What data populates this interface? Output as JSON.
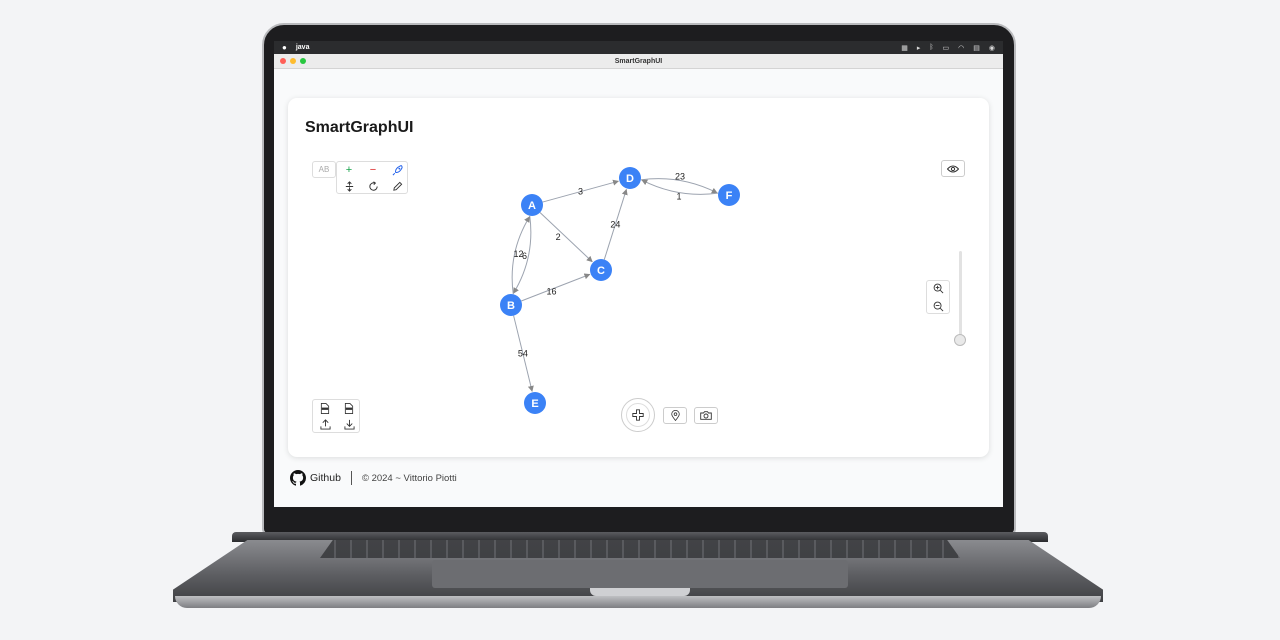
{
  "menubar": {
    "app_name": "java"
  },
  "window": {
    "title": "SmartGraphUI"
  },
  "app": {
    "title": "SmartGraphUI"
  },
  "toolbar": {
    "ab_label": "AB",
    "add_vertex_symbol": "+",
    "remove_vertex_symbol": "−",
    "icons": [
      "rocket-icon",
      "spread-icon",
      "refresh-icon",
      "pencil-icon"
    ]
  },
  "graph": {
    "nodes": [
      {
        "id": "A",
        "label": "A"
      },
      {
        "id": "B",
        "label": "B"
      },
      {
        "id": "C",
        "label": "C"
      },
      {
        "id": "D",
        "label": "D"
      },
      {
        "id": "E",
        "label": "E"
      },
      {
        "id": "F",
        "label": "F"
      }
    ],
    "edges": [
      {
        "from": "A",
        "to": "D",
        "label": "3"
      },
      {
        "from": "D",
        "to": "F",
        "label": "23"
      },
      {
        "from": "F",
        "to": "D",
        "label": "1"
      },
      {
        "from": "A",
        "to": "C",
        "label": "2"
      },
      {
        "from": "C",
        "to": "D",
        "label": "24"
      },
      {
        "from": "A",
        "to": "B",
        "label": "6"
      },
      {
        "from": "B",
        "to": "A",
        "label": "12"
      },
      {
        "from": "B",
        "to": "C",
        "label": "16"
      },
      {
        "from": "B",
        "to": "E",
        "label": "54"
      }
    ],
    "node_color": "#3b82f6",
    "edge_color": "#9ca3af"
  },
  "footer": {
    "github_label": "Github",
    "copyright": "© 2024 ~ Vittorio Piotti"
  }
}
